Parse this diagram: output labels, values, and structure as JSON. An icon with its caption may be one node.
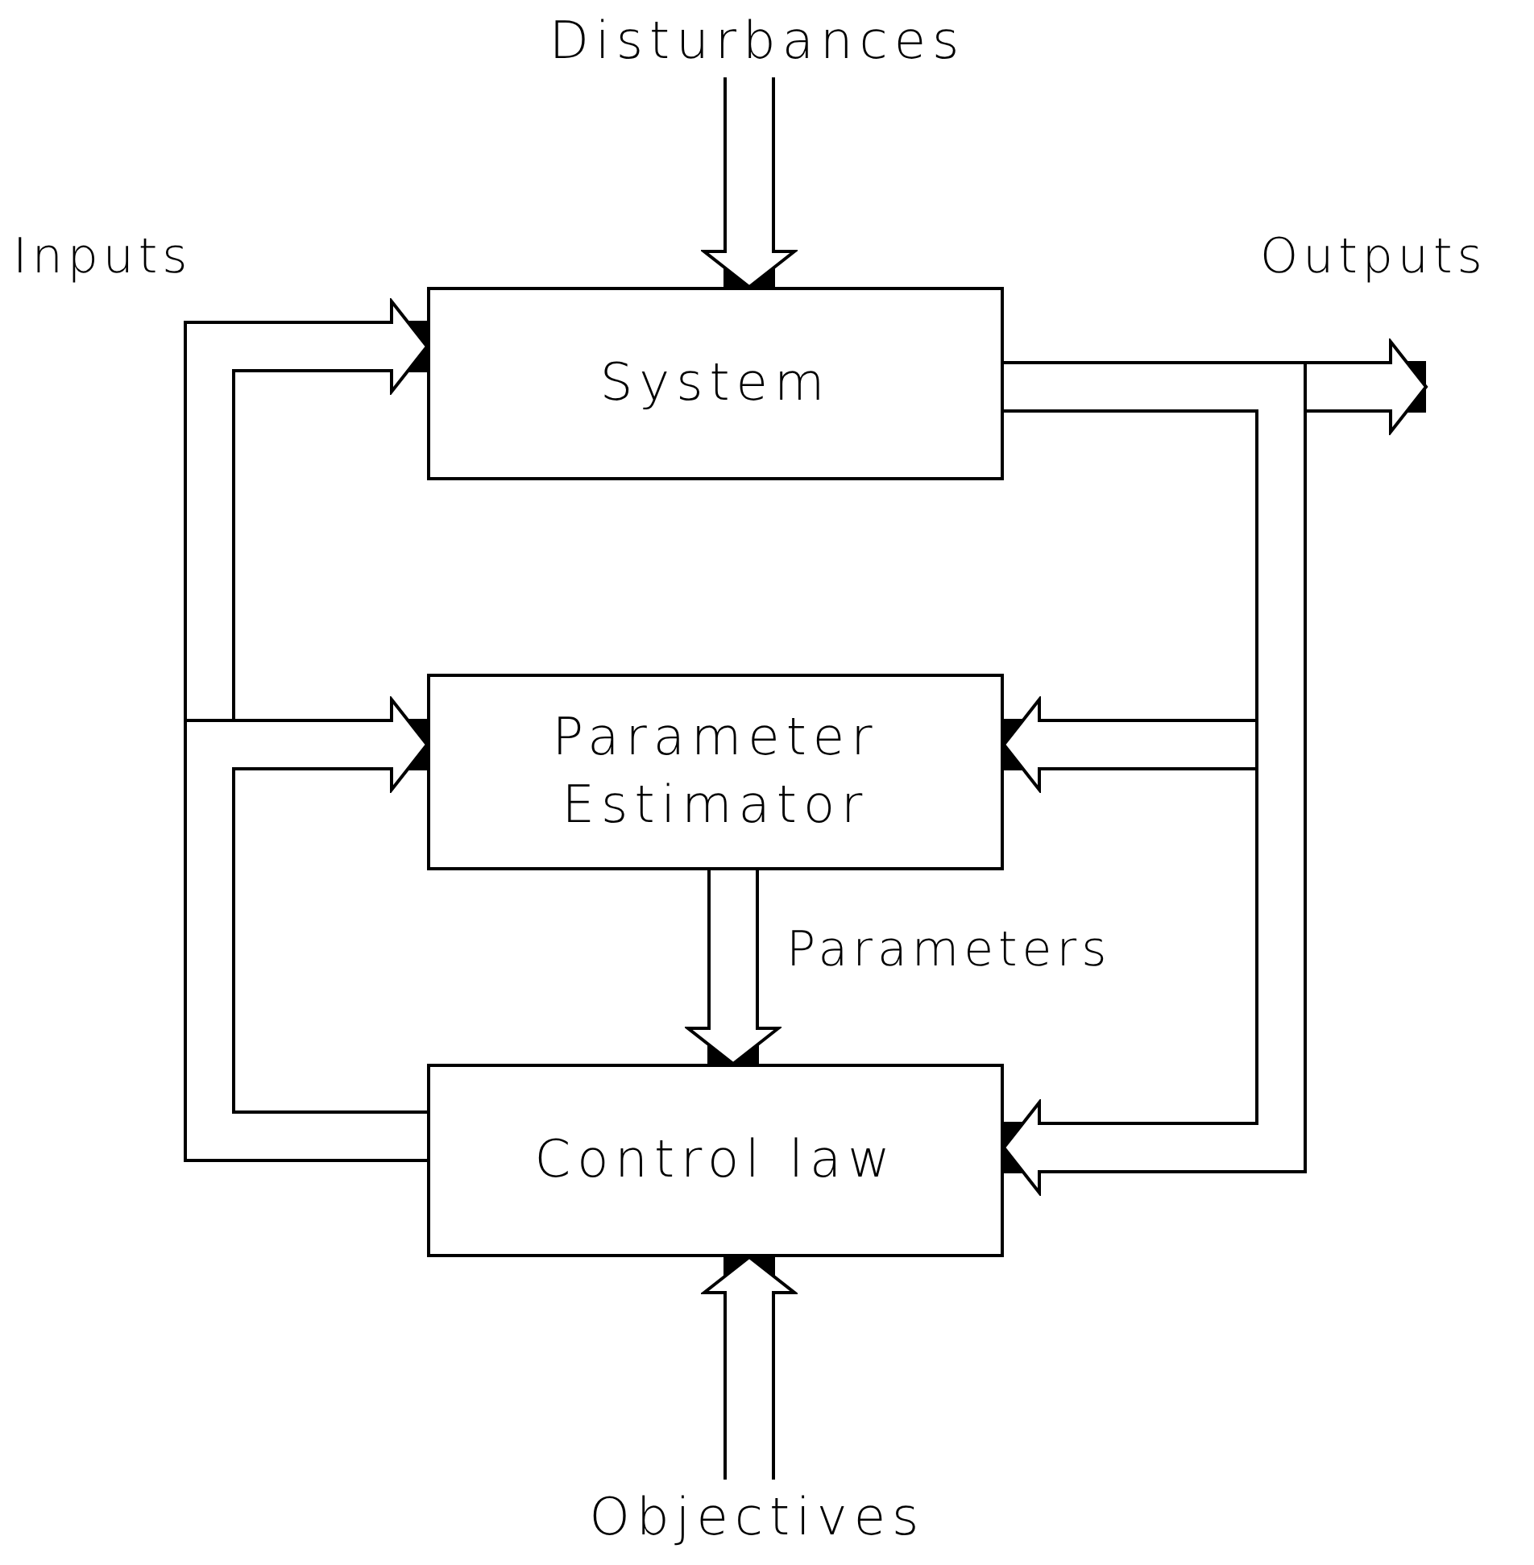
{
  "diagram": {
    "nodes": [
      {
        "text": [
          "Disturbances"
        ]
      },
      {
        "text": [
          "System"
        ]
      },
      {
        "text": [
          "Parameter Estimator"
        ]
      },
      {
        "text": [
          "Control law"
        ]
      },
      {
        "text": [
          "Objectives"
        ]
      }
    ],
    "edges": [
      {
        "from": 0,
        "to": 1,
        "arrow": "to"
      },
      {
        "from": 1,
        "to": null,
        "arrow": "to"
      },
      {
        "from": 3,
        "to": 1,
        "arrow": "to"
      },
      {
        "from": 3,
        "to": 2,
        "arrow": "to"
      },
      {
        "from": 1,
        "to": 2,
        "arrow": "to"
      },
      {
        "from": 1,
        "to": 3,
        "arrow": "to"
      },
      {
        "from": 2,
        "to": 3,
        "arrow": "to",
        "label": "Parameters"
      },
      {
        "from": 4,
        "to": 3,
        "arrow": "to"
      }
    ],
    "labels": [
      "Inputs",
      "Outputs"
    ]
  }
}
